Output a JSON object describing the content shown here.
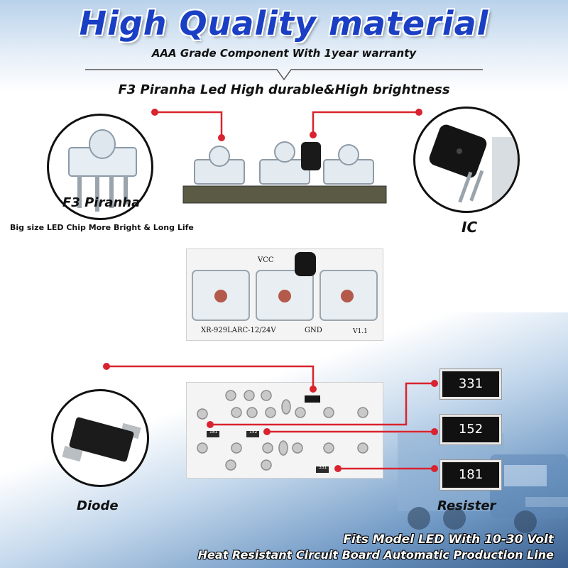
{
  "header": {
    "title": "High Quality material",
    "subtitle": "AAA Grade Component With 1year warranty",
    "led_title": "F3 Piranha Led High durable&High brightness"
  },
  "callouts": {
    "piranha_label": "F3 Piranha",
    "piranha_caption": "Big size LED Chip More Bright & Long Life",
    "ic_label": "IC",
    "diode_label": "Diode",
    "resister_label": "Resister"
  },
  "board_front": {
    "vcc": "VCC",
    "model": "XR-929LARC-12/24V",
    "gnd": "GND",
    "version": "V1.1"
  },
  "board_back": {
    "codes": [
      "181",
      "152",
      "331"
    ]
  },
  "resistors": [
    {
      "code": "331"
    },
    {
      "code": "152"
    },
    {
      "code": "181"
    }
  ],
  "footer": {
    "line1": "Fits Model LED With 10-30 Volt",
    "line2": "Heat Resistant Circuit Board Automatic Production Line"
  },
  "colors": {
    "title_blue": "#1a3fc4",
    "callout_red": "#d9232e",
    "chip_black": "#111111"
  },
  "icons": [
    "led-icon",
    "ic-transistor-icon",
    "diode-icon",
    "resistor-icon",
    "truck-icon"
  ]
}
